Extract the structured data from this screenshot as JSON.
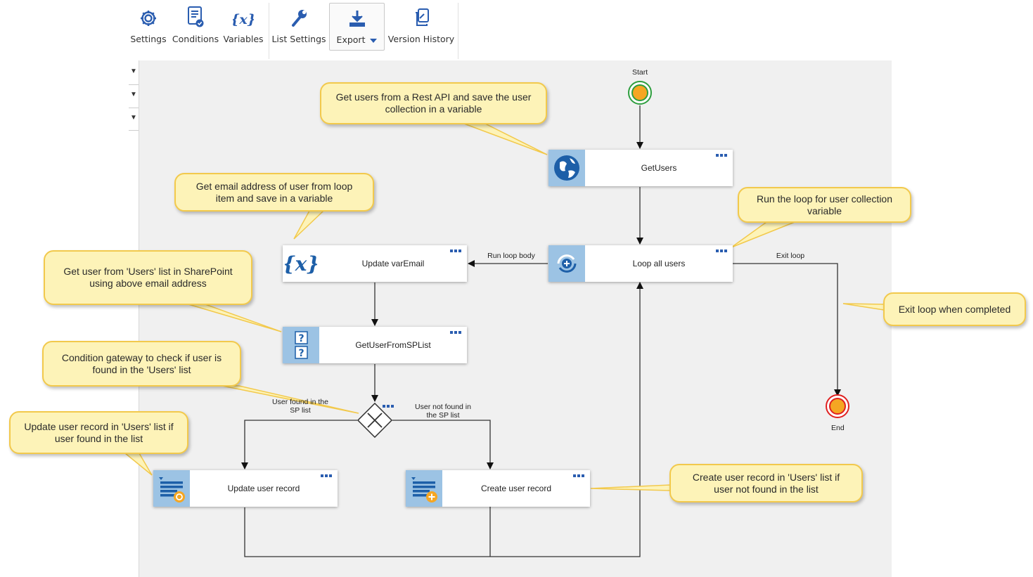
{
  "toolbar": {
    "settings": "Settings",
    "conditions": "Conditions",
    "variables": "Variables",
    "list_settings": "List Settings",
    "export": "Export",
    "version_history": "Version History"
  },
  "events": {
    "start": "Start",
    "end": "End"
  },
  "nodes": {
    "get_users": "GetUsers",
    "loop_all_users": "Loop all users",
    "update_var_email": "Update varEmail",
    "get_user_from_sp_list": "GetUserFromSPList",
    "update_user_record": "Update user record",
    "create_user_record": "Create user record"
  },
  "flow_labels": {
    "run_loop_body": "Run loop body",
    "exit_loop": "Exit loop",
    "user_found": "User found in the SP list",
    "user_not_found": "User not found in the SP list"
  },
  "callouts": {
    "get_users": "Get users from a Rest API and save the user collection in a variable",
    "get_email": "Get email address of user from loop item and save in a variable",
    "get_user_sp": "Get user from 'Users' list in SharePoint using above email address",
    "condition": "Condition gateway to check if user is found in the 'Users' list",
    "update_record": "Update user record in 'Users' list if user found in the list",
    "run_loop": "Run the loop for user collection variable",
    "exit_loop": "Exit loop when completed",
    "create_record": "Create user record in 'Users' list if user not found in the list"
  },
  "colors": {
    "callout_fill": "#fdf3b8",
    "callout_border": "#f2c94c",
    "node_icon_bg": "#9cc3e4",
    "accent_blue": "#2a5db0",
    "start_green": "#2e9e3e",
    "end_red": "#e02020",
    "event_orange": "#f5a623"
  }
}
